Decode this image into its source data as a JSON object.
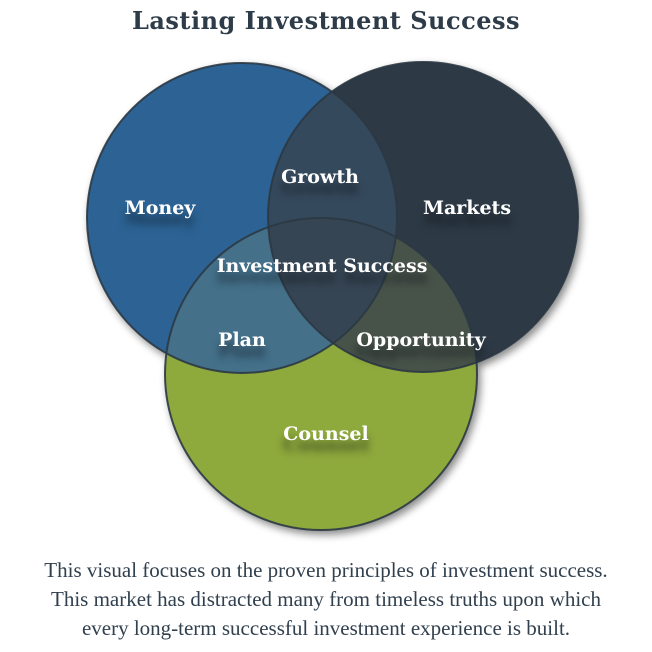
{
  "title": "Lasting Investment Success",
  "diagram": {
    "type": "venn",
    "outline_color": "#2b3844",
    "circles": [
      {
        "name": "money",
        "label": "Money",
        "color": "#2c6394"
      },
      {
        "name": "markets",
        "label": "Markets",
        "color": "#2d3945"
      },
      {
        "name": "counsel",
        "label": "Counsel",
        "color": "#8ea93c"
      }
    ],
    "overlaps": [
      {
        "name": "money-markets",
        "label": "Growth",
        "color": "#35495c"
      },
      {
        "name": "money-counsel",
        "label": "Plan",
        "color": "#44708a"
      },
      {
        "name": "markets-counsel",
        "label": "Opportunity",
        "color": "#475249"
      },
      {
        "name": "center",
        "label": "Investment Success",
        "color": "#364554"
      }
    ]
  },
  "footer": {
    "lines": [
      "This visual focuses on the proven principles of investment success.",
      "This market has distracted many from timeless truths upon which",
      "every long-term successful investment experience is built."
    ]
  }
}
